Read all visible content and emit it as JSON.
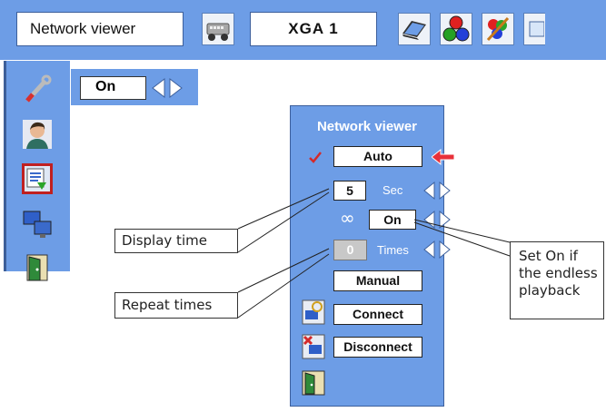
{
  "top_bar": {
    "title": "Network viewer",
    "source_label": "XGA 1",
    "icons": [
      "keyboard-icon",
      "laptop-icon",
      "color-balls-icon",
      "image-adjust-icon",
      "screen-icon"
    ]
  },
  "side_menu": {
    "icons": [
      "wrench-icon",
      "person-icon",
      "network-viewer-icon",
      "monitor-network-icon",
      "exit-door-icon"
    ],
    "selected_index": 2
  },
  "quick_popup": {
    "value": "On"
  },
  "dialog": {
    "title": "Network viewer",
    "auto_label": "Auto",
    "display_time_value": "5",
    "display_time_unit": "Sec",
    "endless_symbol": "∞",
    "endless_value": "On",
    "repeat_value": "0",
    "repeat_unit": "Times",
    "manual_label": "Manual",
    "connect_label": "Connect",
    "disconnect_label": "Disconnect"
  },
  "callouts": {
    "display_time": "Display time",
    "repeat_times": "Repeat times",
    "endless_l1": "Set On if",
    "endless_l2": "the endless",
    "endless_l3": "playback"
  },
  "colors": {
    "menu_blue": "#6d9de6",
    "pointer_red": "#e8313a",
    "check_red": "#d42a2a"
  }
}
